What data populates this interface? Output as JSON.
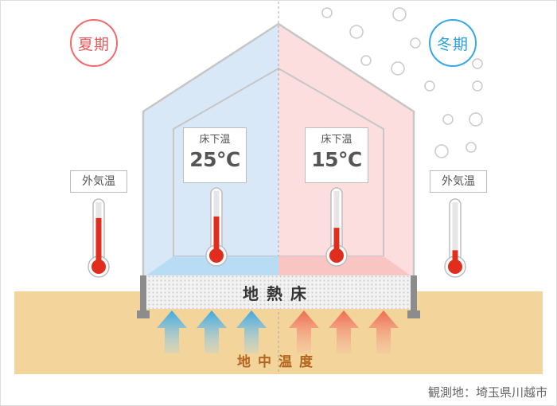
{
  "seasons": {
    "summer": "夏期",
    "winter": "冬期"
  },
  "outside_label": "外気温",
  "floor_label": "床下温",
  "floor_temp_summer": "25℃",
  "floor_temp_winter": "15℃",
  "floor_system": "地熱床",
  "ground_temperature": "地中温度",
  "observation_site": "観測地：埼玉県川越市",
  "thermometer_levels": {
    "outside_summer": 0.72,
    "floor_summer": 0.55,
    "floor_winter": 0.35,
    "outside_winter": 0.15
  },
  "colors": {
    "summer": "#e65a5a",
    "winter": "#2b9fe0",
    "ground": "#f3d49b",
    "mercury": "#e02d1e"
  }
}
